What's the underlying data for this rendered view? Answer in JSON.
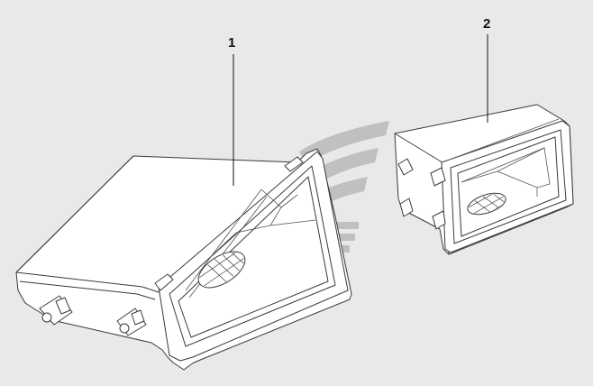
{
  "callouts": [
    {
      "id": "part-1",
      "label": "1"
    },
    {
      "id": "part-2",
      "label": "2"
    }
  ],
  "colors": {
    "background": "#e9e9e9",
    "line": "#3a3a3a",
    "fill": "#ffffff",
    "watermark": "#b9b9b9"
  },
  "watermark": {
    "icon": "stripes-logo-watermark"
  }
}
